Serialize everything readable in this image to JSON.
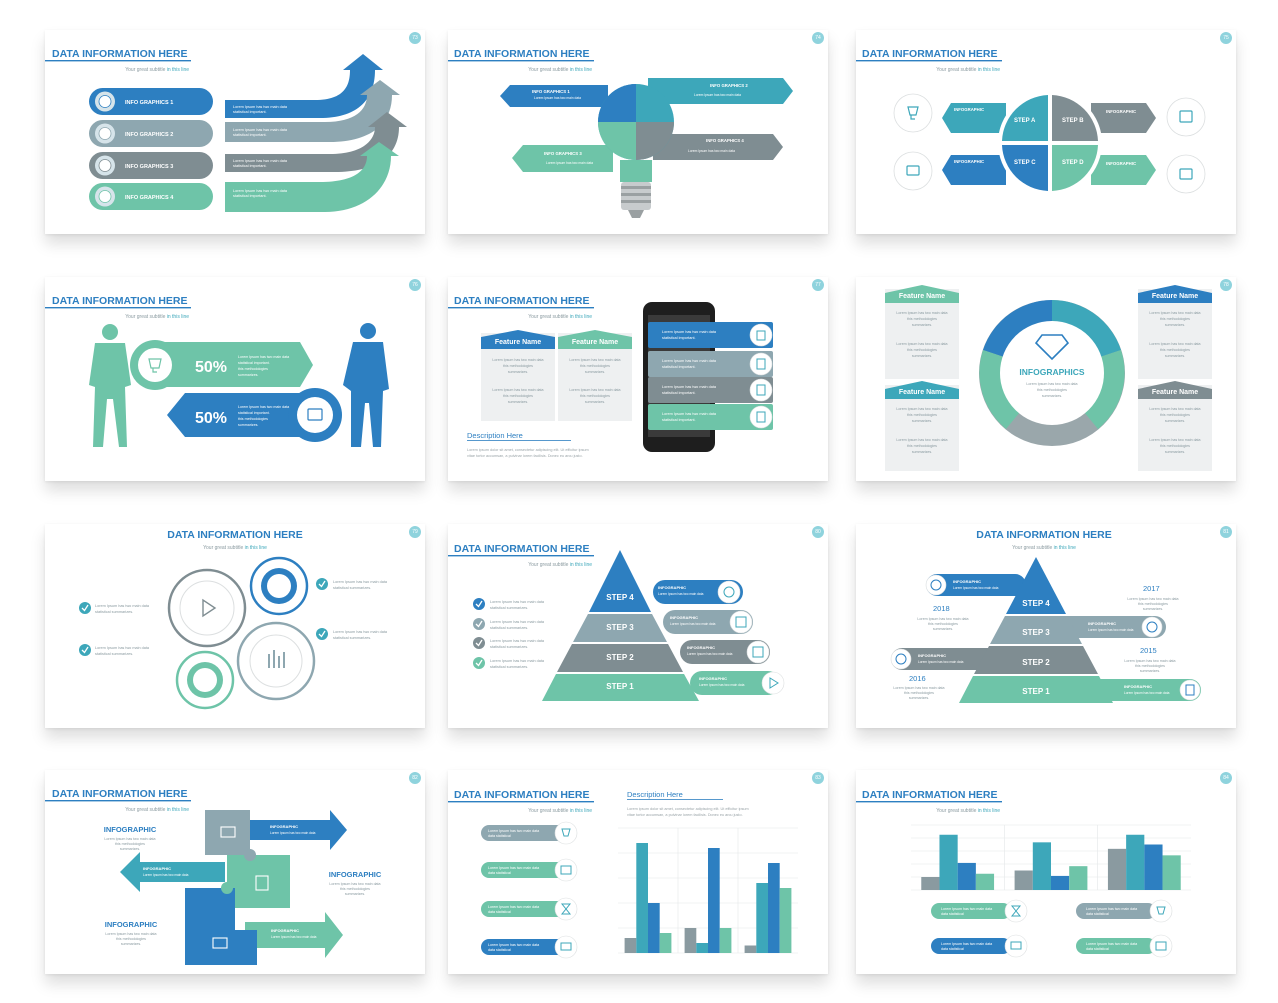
{
  "colors": {
    "blue": "#2d7fc1",
    "teal": "#3da7ba",
    "gray": "#8a9aa0",
    "green": "#6ec4a8",
    "dark": "#6f7b80"
  },
  "common": {
    "title": "DATA INFORMATION HERE",
    "subtitle_a": "Your great subtitle ",
    "subtitle_b": "in this line",
    "feature": "Feature Name",
    "lorem_1": "Lorem Ipsum has two main data",
    "lorem_2": "statistical important.",
    "lorem_3": "data statistical",
    "lorem_4": "statistical summarizes.",
    "lorem_5": "this methodologies",
    "lorem_6": "summarizes.",
    "infographic": "INFOGRAPHIC",
    "infographics": "INFOGRAPHICS",
    "desc_title": "Description Here",
    "desc_1": "Lorem ipsum dolor sit amet, consectetur adipiscing elit. Ut efficitur ipsum",
    "desc_2": "vitae tortor accumsan, a pulvinar lorem facilisis. Donec eu arcu justo."
  },
  "slide_numbers": [
    "73",
    "74",
    "75",
    "76",
    "77",
    "78",
    "79",
    "80",
    "81",
    "82",
    "83",
    "84"
  ],
  "s73": {
    "items": [
      "INFO GRAPHICS 1",
      "INFO GRAPHICS 2",
      "INFO GRAPHICS 3",
      "INFO GRAPHICS 4"
    ],
    "icons": [
      "document-icon",
      "mobile-icon",
      "globe-icon",
      "clock-icon"
    ]
  },
  "s74": {
    "items": [
      "INFO GRAPHICS 1",
      "INFO GRAPHICS 2",
      "INFO GRAPHICS 3",
      "INFO GRAPHICS 4"
    ]
  },
  "s75": {
    "steps": [
      "STEP A",
      "STEP B",
      "STEP C",
      "STEP D"
    ]
  },
  "s76": {
    "values": [
      "50%",
      "50%"
    ]
  },
  "s80": {
    "steps": [
      "STEP 4",
      "STEP 3",
      "STEP 2",
      "STEP 1"
    ]
  },
  "s81": {
    "steps": [
      "STEP 4",
      "STEP 3",
      "STEP 2",
      "STEP 1"
    ],
    "years": [
      "2018",
      "2017",
      "2016",
      "2015"
    ]
  },
  "s83": {
    "chart_data": {
      "type": "bar",
      "categories": [
        "",
        "",
        ""
      ],
      "series": [
        {
          "values": [
            3,
            5,
            1.5
          ]
        },
        {
          "values": [
            22,
            2,
            14
          ]
        },
        {
          "values": [
            10,
            21,
            18
          ]
        },
        {
          "values": [
            4,
            5,
            13
          ]
        }
      ],
      "ylim": [
        0,
        25
      ]
    }
  },
  "s84": {
    "chart_data": {
      "type": "bar",
      "categories": [
        "",
        "",
        ""
      ],
      "series": [
        {
          "values": [
            1.2,
            1.8,
            3.8
          ]
        },
        {
          "values": [
            5.1,
            4.4,
            5.1
          ]
        },
        {
          "values": [
            2.5,
            1.3,
            4.2
          ]
        },
        {
          "values": [
            1.5,
            2.2,
            3.2
          ]
        }
      ],
      "ylim": [
        0,
        6
      ]
    }
  }
}
